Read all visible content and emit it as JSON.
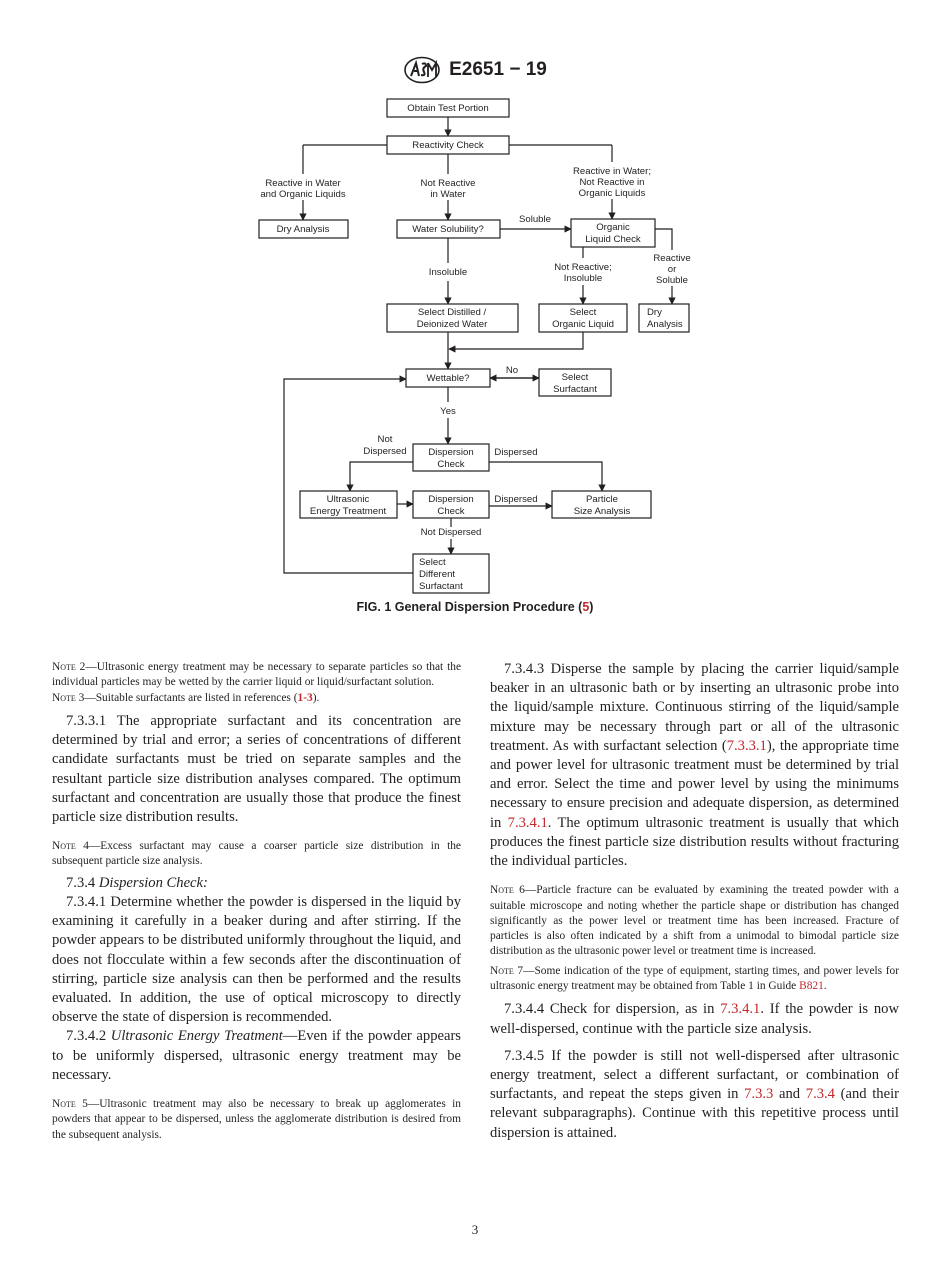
{
  "header": {
    "doc_id": "E2651 − 19",
    "logo_text": "ASTM"
  },
  "flowchart": {
    "obtain": "Obtain Test Portion",
    "reactivity": "Reactivity Check",
    "branch_left": [
      "Reactive in Water",
      "and Organic Liquids"
    ],
    "branch_mid": [
      "Not Reactive",
      "in Water"
    ],
    "branch_right": [
      "Reactive in Water;",
      "Not Reactive in",
      "Organic Liquids"
    ],
    "dry_analysis_left": "Dry Analysis",
    "water_solubility": "Water Solubility?",
    "soluble": "Soluble",
    "organic_check": [
      "Organic",
      "Liquid Check"
    ],
    "insoluble": "Insoluble",
    "not_reactive_insoluble": [
      "Not Reactive;",
      "Insoluble"
    ],
    "reactive_or_soluble": [
      "Reactive",
      "or",
      "Soluble"
    ],
    "select_water": [
      "Select Distilled /",
      "Deionized Water"
    ],
    "select_organic": [
      "Select",
      "Organic Liquid"
    ],
    "dry_analysis_right": [
      "Dry",
      "Analysis"
    ],
    "wettable": "Wettable?",
    "no": "No",
    "select_surfactant": [
      "Select",
      "Surfactant"
    ],
    "yes": "Yes",
    "not_dispersed_top": [
      "Not",
      "Dispersed"
    ],
    "dispersion_check_1": [
      "Dispersion",
      "Check"
    ],
    "dispersed_1": "Dispersed",
    "ultrasonic": [
      "Ultrasonic",
      "Energy Treatment"
    ],
    "dispersion_check_2": [
      "Dispersion",
      "Check"
    ],
    "dispersed_2": "Dispersed",
    "particle_size": [
      "Particle",
      "Size Analysis"
    ],
    "not_dispersed_bottom": "Not Dispersed",
    "select_different": [
      "Select",
      "Different",
      "Surfactant"
    ]
  },
  "caption": {
    "text": "FIG. 1 General Dispersion Procedure (",
    "ref": "5",
    "close": ")"
  },
  "left": {
    "note2": {
      "label": "Note 2",
      "text": "—Ultrasonic energy treatment may be necessary to separate particles so that the individual particles may be wetted by the carrier liquid or liquid/surfactant solution."
    },
    "note3": {
      "label": "Note 3",
      "text": "—Suitable surfactants are listed in references (",
      "ref": "1-3",
      "close": ")."
    },
    "p7331": "7.3.3.1 The appropriate surfactant and its concentration are determined by trial and error; a series of concentrations of different candidate surfactants must be tried on separate samples and the resultant particle size distribution analyses compared. The optimum surfactant and concentration are usually those that produce the finest particle size distribution results.",
    "note4": {
      "label": "Note 4",
      "text": "—Excess surfactant may cause a coarser particle size distribution in the subsequent particle size analysis."
    },
    "h734": {
      "num": "7.3.4 ",
      "title": "Dispersion Check:"
    },
    "p7341": "7.3.4.1 Determine whether the powder is dispersed in the liquid by examining it carefully in a beaker during and after stirring. If the powder appears to be distributed uniformly throughout the liquid, and does not flocculate within a few seconds after the discontinuation of stirring, particle size analysis can then be performed and the results evaluated. In addition, the use of optical microscopy to directly observe the state of dispersion is recommended.",
    "p7342": {
      "num": "7.3.4.2 ",
      "title": "Ultrasonic Energy Treatment",
      "text": "—Even if the powder appears to be uniformly dispersed, ultrasonic energy treatment may be necessary."
    },
    "note5": {
      "label": "Note 5",
      "text": "—Ultrasonic treatment may also be necessary to break up agglomerates in powders that appear to be dispersed, unless the agglomerate distribution is desired from the subsequent analysis."
    }
  },
  "right": {
    "p7343": {
      "a": "7.3.4.3 Disperse the sample by placing the carrier liquid/sample beaker in an ultrasonic bath or by inserting an ultrasonic probe into the liquid/sample mixture. Continuous stirring of the liquid/sample mixture may be necessary through part or all of the ultrasonic treatment. As with surfactant selection (",
      "ref1": "7.3.3.1",
      "b": "), the appropriate time and power level for ultrasonic treatment must be determined by trial and error. Select the time and power level by using the minimums necessary to ensure precision and adequate dispersion, as determined in ",
      "ref2": "7.3.4.1",
      "c": ". The optimum ultrasonic treatment is usually that which produces the finest particle size distribution results without fracturing the individual particles."
    },
    "note6": {
      "label": "Note 6",
      "text": "—Particle fracture can be evaluated by examining the treated powder with a suitable microscope and noting whether the particle shape or distribution has changed significantly as the power level or treatment time has been increased. Fracture of particles is also often indicated by a shift from a unimodal to bimodal particle size distribution as the ultrasonic power level or treatment time is increased."
    },
    "note7": {
      "label": "Note 7",
      "text": "—Some indication of the type of equipment, starting times, and power levels for ultrasonic energy treatment may be obtained from Table 1 in Guide ",
      "ref": "B821",
      "close": "."
    },
    "p7344": {
      "a": "7.3.4.4 Check for dispersion, as in ",
      "ref": "7.3.4.1",
      "b": ". If the powder is now well-dispersed, continue with the particle size analysis."
    },
    "p7345": {
      "a": "7.3.4.5 If the powder is still not well-dispersed after ultrasonic energy treatment, select a different surfactant, or combination of surfactants, and repeat the steps given in ",
      "ref1": "7.3.3",
      "b": " and ",
      "ref2": "7.3.4",
      "c": " (and their relevant subparagraphs). Continue with this repetitive process until dispersion is attained."
    }
  },
  "page_number": "3"
}
